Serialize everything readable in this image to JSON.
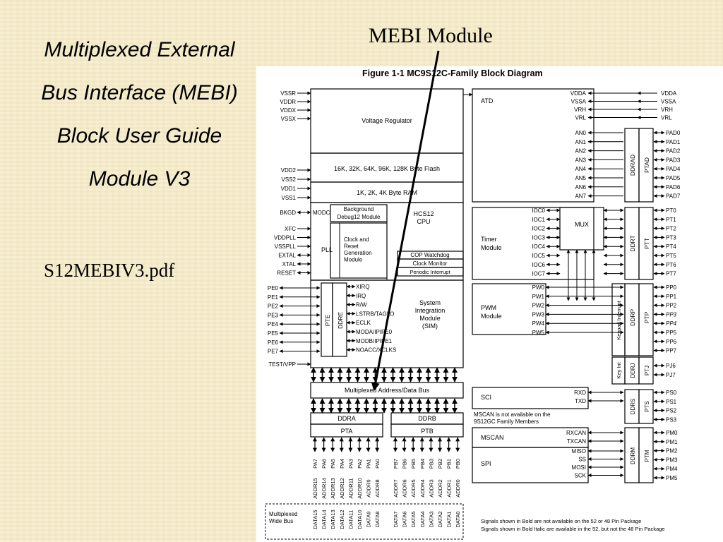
{
  "slide": {
    "title_lines": [
      "Multiplexed External",
      "Bus Interface (MEBI)",
      "Block User Guide",
      "Module V3"
    ],
    "filename": "S12MEBIV3.pdf",
    "callout": "MEBI Module"
  },
  "figure": {
    "caption": "Figure 1-1  MC9S12C-Family Block Diagram",
    "left_pins": {
      "power_top": [
        "VSSR",
        "VDDR",
        "VDDX",
        "VSSX"
      ],
      "power_mid": [
        "VDD2",
        "VSS2",
        "VDD1",
        "VSS1"
      ],
      "bkgd": "BKGD",
      "clock": [
        "XFC",
        "VDDPLL",
        "VSSPLL",
        "EXTAL",
        "XTAL",
        "RESET"
      ],
      "port_e": [
        "PE0",
        "PE1",
        "PE2",
        "PE3",
        "PE4",
        "PE5",
        "PE6",
        "PE7"
      ],
      "test": "TEST/VPP"
    },
    "blocks": {
      "voltage_regulator": "Voltage Regulator",
      "flash": "16K, 32K, 64K, 96K, 128K Byte Flash",
      "ram": "1K, 2K, 4K Byte RAM",
      "modc": "MODC",
      "bdm": [
        "Background",
        "Debug12 Module"
      ],
      "cpu": [
        "HCS12",
        "CPU"
      ],
      "pll": "PLL",
      "crg": [
        "Clock and",
        "Reset",
        "Generation",
        "Module"
      ],
      "cop": "COP Watchdog",
      "clkmon": "Clock Monitor",
      "pit": "Periodic Interrupt",
      "pte": "PTE",
      "ddre": "DDRE",
      "pe_signals": [
        "XIRQ",
        "IRQ",
        "R/W",
        "LSTRB/TAGLO",
        "ECLK",
        "MODA/IPIPE0",
        "MODB/IPIPE1",
        "NOACC/XCLKS"
      ],
      "sim": [
        "System",
        "Integration",
        "Module",
        "(SIM)"
      ],
      "mux_bus": "Multiplexed Address/Data Bus",
      "ddra": "DDRA",
      "ddrb": "DDRB",
      "pta": "PTA",
      "ptb": "PTB",
      "atd": "ATD",
      "atd_signals": [
        "VDDA",
        "VSSA",
        "VRH",
        "VRL"
      ],
      "an": [
        "AN0",
        "AN1",
        "AN2",
        "AN3",
        "AN4",
        "AN5",
        "AN6",
        "AN7"
      ],
      "ddrad": "DDRAD",
      "ptad": "PTAD",
      "timer": [
        "Timer",
        "Module"
      ],
      "ioc": [
        "IOC0",
        "IOC1",
        "IOC2",
        "IOC3",
        "IOC4",
        "IOC5",
        "IOC6",
        "IOC7"
      ],
      "mux": "MUX",
      "ddrt": "DDRT",
      "ptt": "PTT",
      "pwm": [
        "PWM",
        "Module"
      ],
      "pw": [
        "PW0",
        "PW1",
        "PW2",
        "PW3",
        "PW4",
        "PW5"
      ],
      "ddrp": "DDRP",
      "ptp": "PTP",
      "keypad": "Keypad Interrupt",
      "keyint": "Key Int",
      "ddrj": "DDRJ",
      "ptj": "PTJ",
      "sci": "SCI",
      "sci_signals": [
        "RXD",
        "TXD"
      ],
      "ddrs": "DDRS",
      "pts": "PTS",
      "mscan_note": [
        "MSCAN is not available on the",
        "9S12GC Family Members"
      ],
      "mscan": "MSCAN",
      "mscan_signals": [
        "RXCAN",
        "TXCAN"
      ],
      "spi": "SPI",
      "spi_signals": [
        "MISO",
        "SS",
        "MOSI",
        "SCK"
      ],
      "ddrm": "DDRM",
      "ptm": "PTM"
    },
    "right_pins": {
      "analog": [
        "VDDA",
        "VSSA",
        "VRH",
        "VRL"
      ],
      "pad": [
        "PAD0",
        "PAD1",
        "PAD2",
        "PAD3",
        "PAD4",
        "PAD5",
        "PAD6",
        "PAD7"
      ],
      "pt": [
        "PT0",
        "PT1",
        "PT2",
        "PT3",
        "PT4",
        "PT5",
        "PT6",
        "PT7"
      ],
      "pp": [
        "PP0",
        "PP1",
        "PP2",
        "PP3",
        "PP4",
        "PP5",
        "PP6",
        "PP7"
      ],
      "pj": [
        "PJ6",
        "PJ7"
      ],
      "ps": [
        "PS0",
        "PS1",
        "PS2",
        "PS3"
      ],
      "pm": [
        "PM0",
        "PM1",
        "PM2",
        "PM3",
        "PM4",
        "PM5"
      ]
    },
    "bottom_pins": {
      "pa": [
        "PA7",
        "PA6",
        "PA5",
        "PA4",
        "PA3",
        "PA2",
        "PA1",
        "PA0"
      ],
      "pb": [
        "PB7",
        "PB6",
        "PB5",
        "PB4",
        "PB3",
        "PB2",
        "PB1",
        "PB0"
      ],
      "addr_a": [
        "ADDR15",
        "ADDR14",
        "ADDR13",
        "ADDR12",
        "ADDR11",
        "ADDR10",
        "ADDR9",
        "ADDR8"
      ],
      "addr_b": [
        "ADDR7",
        "ADDR6",
        "ADDR5",
        "ADDR4",
        "ADDR3",
        "ADDR2",
        "ADDR1",
        "ADDR0"
      ],
      "data_a": [
        "DATA15",
        "DATA14",
        "DATA13",
        "DATA12",
        "DATA11",
        "DATA10",
        "DATA9",
        "DATA8"
      ],
      "data_b": [
        "DATA7",
        "DATA6",
        "DATA5",
        "DATA4",
        "DATA3",
        "DATA2",
        "DATA1",
        "DATA0"
      ],
      "wide_bus": [
        "Multiplexed",
        "Wide Bus"
      ]
    },
    "footnotes": [
      "Signals shown in Bold are not available on the 52 or 48 Pin Package",
      "Signals shown in Bold Italic are available in the 52, but not the 48 Pin Package"
    ]
  }
}
